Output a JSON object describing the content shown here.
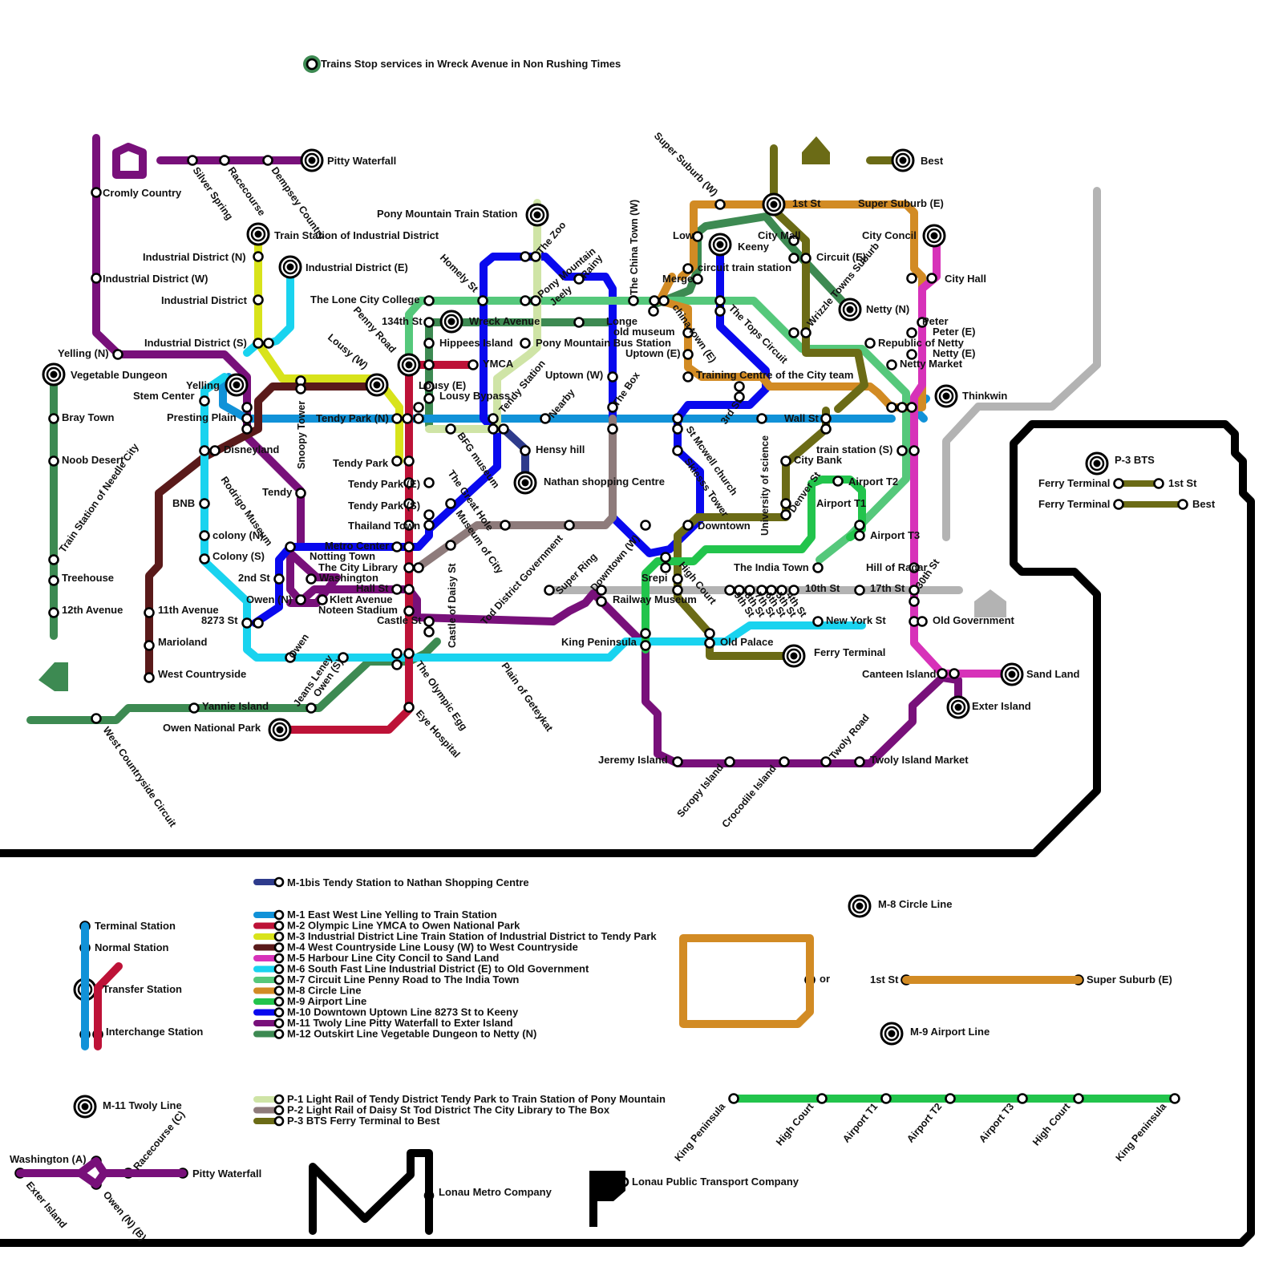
{
  "notice": "Trains Stop services in Wreck Avenue in Non Rushing Times",
  "colors": {
    "m1": "#1192d8",
    "m1bis": "#2e3b8c",
    "m2": "#bd1237",
    "m3": "#d8e31b",
    "m4": "#5a1a1a",
    "m5": "#d732b9",
    "m6": "#19d3ef",
    "m7": "#55c87b",
    "m8": "#d28b24",
    "m9": "#22c44c",
    "m10": "#0909ee",
    "m11": "#78107a",
    "m12": "#3d8a52",
    "p1": "#cfe4a6",
    "p2": "#8e7b7b",
    "p3": "#6b6b16",
    "ferry": "#b3b3b3",
    "border": "#000000"
  },
  "stations": {
    "pitty_waterfall": "Pitty Waterfall",
    "silver_spring": "Silver Spring",
    "racecourse": "Racecourse",
    "dempsey_country": "Dempsey Country",
    "cromly_country": "Cromly Country",
    "industrial_district_w": "Industrial District (W)",
    "train_station_industrial": "Train Station of Industrial District",
    "industrial_district_n": "Industrial District (N)",
    "industrial_district_e": "Industrial District (E)",
    "industrial_district": "Industrial District",
    "industrial_district_s": "Industrial District (S)",
    "yelling_n": "Yelling (N)",
    "vegetable_dungeon": "Vegetable Dungeon",
    "yelling": "Yelling",
    "stem_center": "Stem Center",
    "presting_plain": "Presting Plain",
    "bray_town": "Bray Town",
    "disneyland": "Disneyland",
    "noob_desert": "Noob Desert",
    "train_station_needle": "Train Station of Needle City",
    "bnb": "BNB",
    "colony_n": "colony (N)",
    "colony_s": "Colony (S)",
    "treehouse": "Treehouse",
    "twelfth_avenue": "12th Avenue",
    "eleventh_avenue": "11th Avenue",
    "marioland": "Marioland",
    "west_countryside": "West Countryside",
    "west_countryside_circuit": "West Countryside Circuit",
    "yannie_island": "Yannie Island",
    "owen_national_park": "Owen National Park",
    "snoopy_tower": "Snoopy Tower",
    "lousy_w": "Lousy (W)",
    "penny_road": "Penny Road",
    "tendy": "Tendy",
    "rodrigo_museum": "Rodrigo Museum",
    "metro_center": "Metro Center",
    "notting_town": "Notting Town",
    "the_city_library": "The City Library",
    "washington": "Washington",
    "second_st": "2nd St",
    "owen_n": "Owen (N)",
    "klett_avenue": "Klett Avenue",
    "hall_st": "Hall St",
    "noteen_stadium": "Noteen Stadium",
    "castle_st": "Castle St",
    "st8273": "8273 St",
    "owen": "Owen",
    "jeans_leney": "Jeans Leney",
    "owen_s": "Owen (S)",
    "the_olympic_egg": "The Olympic Egg",
    "eye_hospital": "Eye Hospital",
    "tendy_park_n": "Tendy Park (N)",
    "tendy_park": "Tendy Park",
    "tendy_park_e": "Tendy Park (E)",
    "tendy_park_s": "Tendy Park (S)",
    "thailand_town": "Thailand Town",
    "the_lone_city_college": "The Lone City College",
    "st134": "134th St",
    "wreck_avenue": "Wreck Avenue",
    "hippees_island": "Hippees Island",
    "ymca": "YMCA",
    "lousy_e": "Lousy (E)",
    "lousy_bypass": "Lousy Bypass",
    "homely_st": "Homely St",
    "pony_mountain_train_station": "Pony Mountain Train Station",
    "the_zoo": "The Zoo",
    "pony_mountain": "Pony Mountain",
    "rainy": "Rainy",
    "jeely": "Jeely",
    "pony_mountain_bus_station": "Pony Mountain Bus Station",
    "tendy_station": "Tendy Station",
    "bfg_museum": "BFG museum",
    "the_great_hole": "The Great Hole",
    "museum_of_city": "Museum of City",
    "castle_of_daisy_st": "Castle of Daisy St",
    "hensy_hill": "Hensy hill",
    "nathan_shopping_centre": "Nathan shopping Centre",
    "nearby": "Nearby",
    "uptown_w": "Uptown (W)",
    "the_box": "The Box",
    "china_town_w": "The China Town (W)",
    "longe": "Longe",
    "old_museum": "old museum",
    "uptown_e": "Uptown (E)",
    "tod_district_government": "Tod District Government",
    "super_ring": "Super Ring",
    "downtown_w": "Downtown (W)",
    "railway_museum": "Railway Museum",
    "plain_of_geteykat": "Plain of Geteykat",
    "king_peninsula": "King Peninsula",
    "super_suburb_w": "Super Suburb (W)",
    "first_st": "1st St",
    "super_suburb_e": "Super Suburb (E)",
    "best": "Best",
    "low": "Low",
    "keeny": "Keeny",
    "city_mall": "City Mall",
    "circuit_e": "Circuit (E)",
    "circuit_train_station": "circuit train station",
    "merge": "Merge",
    "china_town_e": "china town (E)",
    "the_tops_circuit": "The Tops Circuit",
    "wrizzle_towns_suburb": "Wrizzle Towns Suburb",
    "netty_n": "Netty (N)",
    "city_concil": "City Concil",
    "city_hall": "City Hall",
    "peter": "Peter",
    "peter_e": "Peter (E)",
    "netty_e": "Netty (E)",
    "republic_of_netty": "Republic of Netty",
    "netty_market": "Netty Market",
    "thinkwin": "Thinkwin",
    "training_centre": "Training Centre of the City team",
    "third_st": "3rd St",
    "wall_st": "Wall St",
    "st_mcwell_church": "St Mcwell church",
    "university_of_science": "University of science",
    "skies_tower": "Skiesss Tower",
    "train_station_s": "train station (S)",
    "city_bank": "City Bank",
    "airport_t2": "Airport T2",
    "denver_st": "Denver St",
    "airport_t1": "Airport T1",
    "airport_t3": "Airport T3",
    "downtown": "Downtown",
    "the_india_town": "The India Town",
    "hill_of_radar": "Hill of Radar",
    "high_court": "High Court",
    "srepi": "Srepi",
    "tenth_st": "10th St",
    "seventeenth_st": "17th St",
    "thirtieth_st": "30th St",
    "new_york_st": "New York St",
    "old_government": "Old Government",
    "old_palace": "Old Palace",
    "ferry_terminal": "Ferry Terminal",
    "canteen_island": "Canteen Island",
    "sand_land": "Sand Land",
    "exter_island": "Exter Island",
    "jeremy_island": "Jeremy Island",
    "scropy_island": "Scropy Island",
    "crocodile_island": "Crocodile Island",
    "twoly_road": "Twoly Road",
    "twoly_island_market": "Twoly Island Market",
    "small_st_labels": [
      "9th St",
      "8th St",
      "7th St",
      "6th St",
      "5th St",
      "4th St"
    ]
  },
  "p3_box": {
    "title": "P-3 BTS",
    "row1_from": "Ferry Terminal",
    "row1_to": "1st St",
    "row2_from": "Ferry Terminal",
    "row2_to": "Best"
  },
  "legend": {
    "m1bis": "M-1bis  Tendy Station to Nathan Shopping Centre",
    "lines": [
      "M-1 East West Line  Yelling to Train Station",
      "M-2 Olympic Line  YMCA to Owen National Park",
      "M-3 Industrial District Line  Train Station of Industrial District to Tendy Park",
      "M-4 West Countryside Line  Lousy (W) to West Countryside",
      "M-5 Harbour Line  City Concil to Sand Land",
      "M-6 South Fast Line  Industrial District (E) to Old Government",
      "M-7 Circuit Line  Penny Road to The India Town",
      "M-8 Circle Line",
      "M-9 Airport Line",
      "M-10 Downtown  Uptown Line  8273 St to Keeny",
      "M-11 Twoly Line  Pitty Waterfall to Exter Island",
      "M-12 Outskirt Line Vegetable Dungeon  to Netty (N)"
    ],
    "p_lines": [
      "P-1 Light Rail of Tendy District  Tendy Park to Train Station of Pony Mountain",
      "P-2 Light Rail of Daisy St  Tod District  The City Library to The Box",
      "P-3 BTS  Ferry Terminal to Best"
    ],
    "station_types": {
      "terminal": "Terminal Station",
      "normal": "Normal Station",
      "transfer": "Transfer Station",
      "interchange": "Interchange Station"
    },
    "m8_title": "M-8 Circle Line",
    "m8_or": "or",
    "m8_from": "1st St",
    "m8_to": "Super Suburb (E)",
    "m9_title": "M-9 Airport Line",
    "m9_stops": [
      "King Peninsula",
      "High Court",
      "Airport T1",
      "Airport T2",
      "Airport T3",
      "High Court",
      "King Peninsula"
    ],
    "m11_title": "M-11 Twoly Line",
    "m11_stops": {
      "washington_a": "Washington (A)",
      "exter_island": "Exter Island",
      "owen_n_b": "Owen (N) (B)",
      "racecourse_c": "Racecourse (C)",
      "pitty_waterfall": "Pitty Waterfall"
    },
    "metro_company": "Lonau Metro Company",
    "transport_company": "Lonau Public Transport Company"
  }
}
